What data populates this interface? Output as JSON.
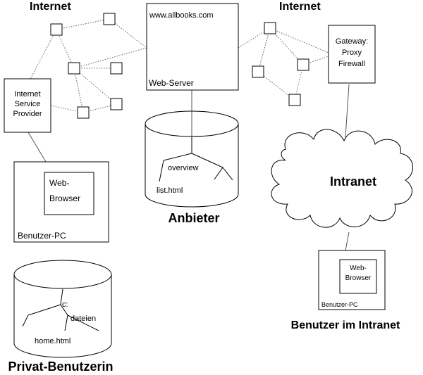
{
  "labels": {
    "internet_left": "Internet",
    "internet_right": "Internet",
    "isp_line1": "Internet",
    "isp_line2": "Service",
    "isp_line3": "Provider",
    "server_url": "www.allbooks.com",
    "server_name": "Web-Server",
    "gateway_line1": "Gateway:",
    "gateway_line2": "Proxy",
    "gateway_line3": "Firewall",
    "intranet": "Intranet",
    "browser_line1": "Web-",
    "browser_line2": "Browser",
    "user_pc": "Benutzer-PC",
    "server_folder": "overview",
    "server_file": "list.html",
    "provider_caption": "Anbieter",
    "local_drive": "c:",
    "local_folder": "dateien",
    "local_file": "home.html",
    "private_caption": "Privat-Benutzerin",
    "intranet_browser_line1": "Web-",
    "intranet_browser_line2": "Browser",
    "intranet_pc": "Benutzer-PC",
    "intranet_caption": "Benutzer im Intranet"
  }
}
